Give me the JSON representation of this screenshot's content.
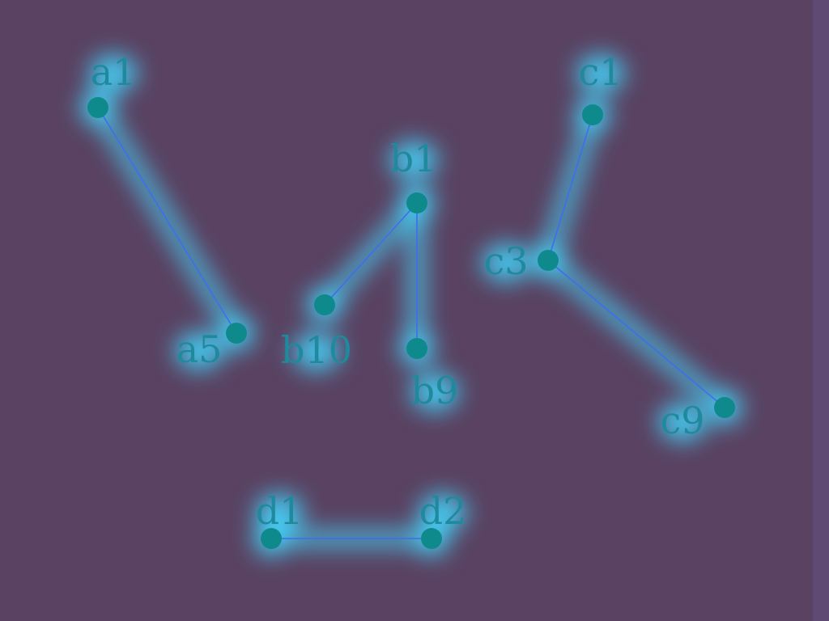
{
  "diagram": {
    "colors": {
      "background": "#5a4262",
      "edge": "#3f6df0",
      "node": "#0f8a8c",
      "label": "#1f8a9e",
      "glow": "#43d8ff"
    },
    "nodes": [
      {
        "id": "a1",
        "label": "a1"
      },
      {
        "id": "a5",
        "label": "a5"
      },
      {
        "id": "b1",
        "label": "b1"
      },
      {
        "id": "b10",
        "label": "b10"
      },
      {
        "id": "b9",
        "label": "b9"
      },
      {
        "id": "c1",
        "label": "c1"
      },
      {
        "id": "c3",
        "label": "c3"
      },
      {
        "id": "c9",
        "label": "c9"
      },
      {
        "id": "d1",
        "label": "d1"
      },
      {
        "id": "d2",
        "label": "d2"
      }
    ],
    "edges": [
      {
        "from": "a1",
        "to": "a5"
      },
      {
        "from": "b1",
        "to": "b10"
      },
      {
        "from": "b1",
        "to": "b9"
      },
      {
        "from": "c1",
        "to": "c3"
      },
      {
        "from": "c3",
        "to": "c9"
      },
      {
        "from": "d1",
        "to": "d2"
      }
    ]
  }
}
